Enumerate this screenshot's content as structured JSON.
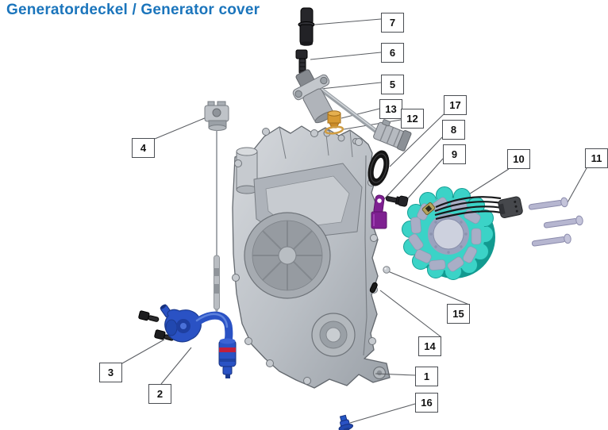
{
  "title": "Generatordeckel / Generator cover",
  "callouts": {
    "c1": {
      "num": "1"
    },
    "c2": {
      "num": "2"
    },
    "c3": {
      "num": "3"
    },
    "c4": {
      "num": "4"
    },
    "c5": {
      "num": "5"
    },
    "c6": {
      "num": "6"
    },
    "c7": {
      "num": "7"
    },
    "c8": {
      "num": "8"
    },
    "c9": {
      "num": "9"
    },
    "c10": {
      "num": "10"
    },
    "c11": {
      "num": "11"
    },
    "c12": {
      "num": "12"
    },
    "c13": {
      "num": "13"
    },
    "c14": {
      "num": "14"
    },
    "c15": {
      "num": "15"
    },
    "c16": {
      "num": "16"
    },
    "c17": {
      "num": "17"
    }
  },
  "colors": {
    "title_blue": "#1b75bc",
    "leader_line": "#5b5e63",
    "callout_border": "#4b4e53",
    "cover_gray": "#b4b9bf",
    "stator_teal": "#3bd3c7",
    "stator_pole_lavender": "#a9aec6",
    "mount_bolt_lavender": "#b6b6d0",
    "cable_holder_purple": "#7e2091",
    "water_pipe_blue": "#2a52c4",
    "pipe_red_band": "#c01f3c",
    "oil_plug_orange": "#d79a33",
    "hardware_black": "#1d1d1f"
  }
}
